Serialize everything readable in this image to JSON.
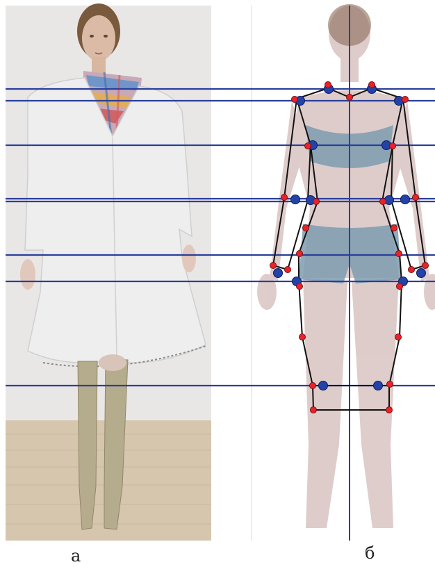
{
  "figure": {
    "panel_a_label": "а",
    "panel_b_label": "б",
    "colors": {
      "reference_line": "#2a3f9a",
      "skeleton": "#111111",
      "control_point": "#e8232a",
      "joint_point": "#2443a8",
      "backdrop_a": "#e9e6e6",
      "floor": "#d6c6ad",
      "coat": "#eeeeee",
      "boots": "#b4ac8d",
      "skin": "#d9c4c2",
      "underwear": "#7e9bb0"
    },
    "icons": [
      "photo-of-model-in-coat",
      "avatar-with-skeleton"
    ]
  }
}
